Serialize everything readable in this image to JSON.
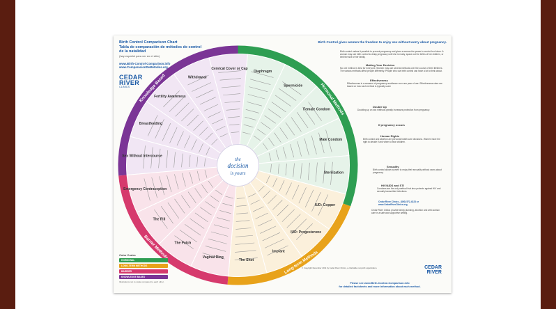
{
  "header": {
    "title_en": "Birth Control Comparison Chart",
    "title_es": "Tabla de comparación de métodos de control de la natalidad",
    "title_es_sub": "(hay español para ver en el sitio)",
    "website": "www.Birth-Control-Comparison.info",
    "website_es": "www.ComparacionDeMetodos.org",
    "tagline": "Birth Control gives women the freedom to enjoy sex without worry about pregnancy."
  },
  "logo": {
    "line1": "CEDAR",
    "line2": "RIVER",
    "line3": "CLINICS"
  },
  "center": {
    "line1": "the",
    "line2": "decision",
    "line3": "is yours"
  },
  "categories": [
    {
      "label": "Knowledge Based",
      "color": "#7b3596"
    },
    {
      "label": "Hormonal Methods",
      "color": "#2e9e52"
    },
    {
      "label": "Long-term Methods",
      "color": "#e8a21a"
    },
    {
      "label": "Barrier Methods",
      "color": "#d63a6d"
    }
  ],
  "methods": [
    "Sex Without Intercourse",
    "Breastfeeding",
    "Fertility Awareness",
    "Withdrawal",
    "Cervical Cover or Cap",
    "Diaphragm",
    "Spermicide",
    "Female Condom",
    "Male Condom",
    "Sterilization",
    "IUD: Copper",
    "IUD: Progesterone",
    "Implant",
    "The Shot",
    "Vaginal Ring",
    "The Patch",
    "The Pill",
    "Emergency Contraception"
  ],
  "right_sections": [
    "Making Your Decision",
    "Effectiveness",
    "Double Up",
    "If pregnancy occurs",
    "Human Rights",
    "Sexuality",
    "HIV/AIDS and STI",
    "Cedar River Clinics"
  ],
  "phone": "Cedar River Clinics - (800) 572-4223 or www.CedarRiverClinics.org",
  "legend": {
    "title": "Color Codes",
    "rows": [
      {
        "label": "HORMONAL",
        "color": "#2e9e52"
      },
      {
        "label": "LONG-TERM METHODS",
        "color": "#e8a21a"
      },
      {
        "label": "BARRIER",
        "color": "#d63a6d"
      },
      {
        "label": "KNOWLEDGE BASED",
        "color": "#7b3596"
      }
    ],
    "footnote": "Illustrations not to scale compared to each other."
  },
  "footer": {
    "line1": "Please see www.Birth-Control-Comparison.info",
    "line2": "for detailed factsheets and more information about each method."
  },
  "copyright": "© Copyright December 2011 by Cedar River Clinics, a charitable nonprofit organization."
}
